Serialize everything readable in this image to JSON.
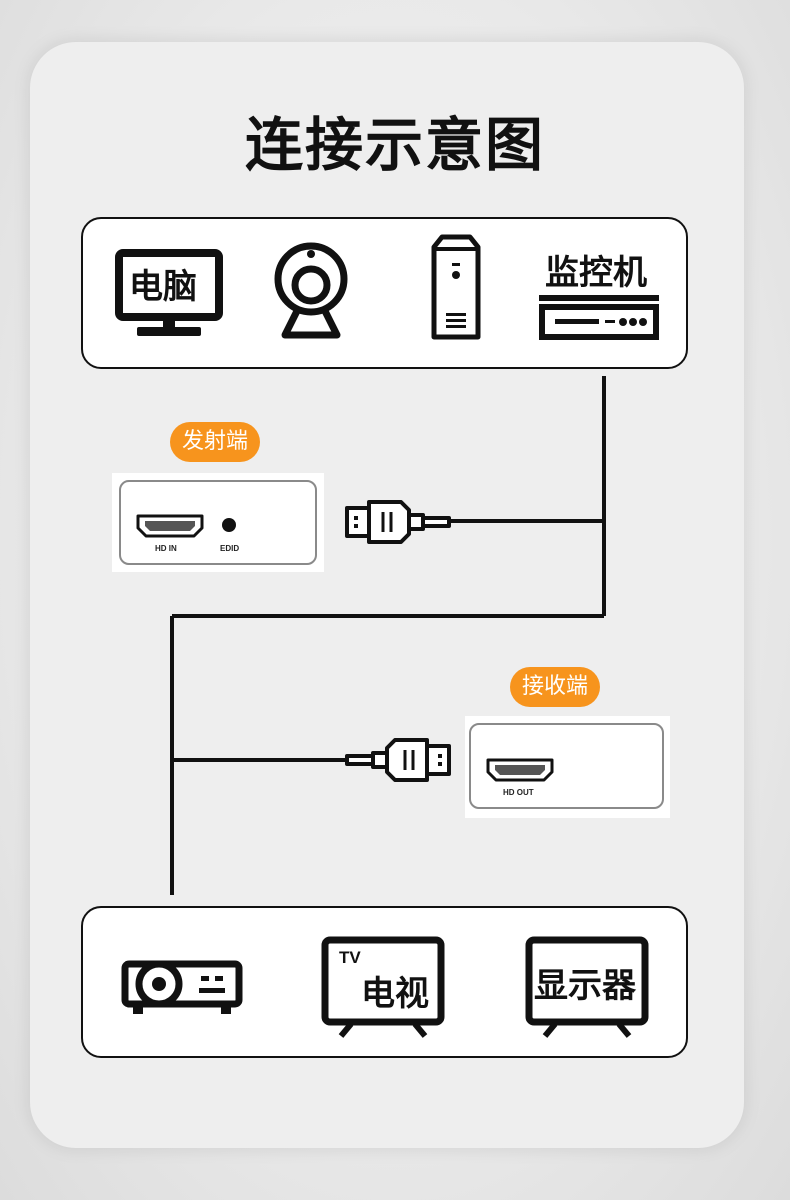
{
  "title": "连接示意图",
  "sources": {
    "computer_label": "电脑",
    "monitor_label": "监控机"
  },
  "transmitter": {
    "badge": "发射端",
    "port_in": "HD IN",
    "port_edid": "EDID"
  },
  "receiver": {
    "badge": "接收端",
    "port_out": "HD OUT"
  },
  "displays": {
    "tv_small": "TV",
    "tv_label": "电视",
    "display_label": "显示器"
  },
  "colors": {
    "accent": "#f7941d",
    "line": "#111111"
  }
}
